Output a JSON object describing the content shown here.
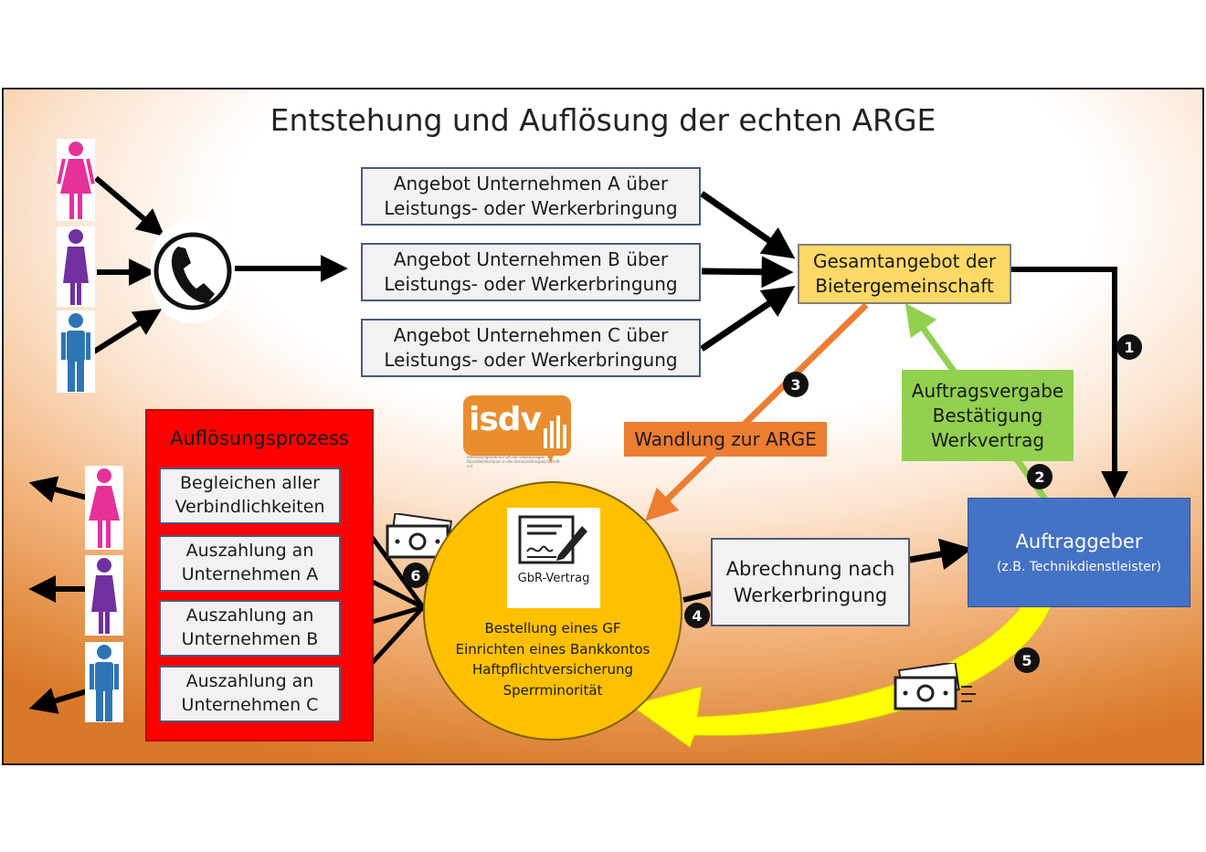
{
  "title": "Entstehung und Auflösung der echten ARGE",
  "offers": [
    {
      "line1": "Angebot Unternehmen A über",
      "line2": "Leistungs- oder Werkerbringung"
    },
    {
      "line1": "Angebot Unternehmen B über",
      "line2": "Leistungs- oder Werkerbringung"
    },
    {
      "line1": "Angebot Unternehmen C über",
      "line2": "Leistungs- oder Werkerbringung"
    }
  ],
  "gesamtangebot": {
    "line1": "Gesamtangebot der",
    "line2": "Bietergemeinschaft"
  },
  "auftragsvergabe": {
    "line1": "Auftragsvergabe",
    "line2": "Bestätigung",
    "line3": "Werkvertrag"
  },
  "wandlung": "Wandlung zur ARGE",
  "auftraggeber": {
    "title": "Auftraggeber",
    "subtitle": "(z.B. Technikdienstleister)"
  },
  "abrechnung": {
    "line1": "Abrechnung nach",
    "line2": "Werkerbringung"
  },
  "aufloesung": {
    "title": "Auflösungsprozess",
    "items": [
      {
        "line1": "Begleichen aller",
        "line2": "Verbindlichkeiten"
      },
      {
        "line1": "Auszahlung an",
        "line2": "Unternehmen A"
      },
      {
        "line1": "Auszahlung an",
        "line2": "Unternehmen B"
      },
      {
        "line1": "Auszahlung an",
        "line2": "Unternehmen C"
      }
    ]
  },
  "arge": {
    "contract_label": "GbR-Vertrag",
    "tasks": [
      "Bestellung eines GF",
      "Einrichten eines Bankkontos",
      "Haftpflichtversicherung",
      "Sperrminorität"
    ]
  },
  "logo": {
    "word": "isdv",
    "tagline": "Interessengemeinschaft der selbständigen Dienstleister/innen in der Veranstaltungswirtschaft e.V."
  },
  "step_numbers": [
    "1",
    "2",
    "3",
    "4",
    "5",
    "6"
  ],
  "colors": {
    "gesamt": "#ffd966",
    "green": "#92d050",
    "orange": "#ed7d31",
    "blue": "#4472c4",
    "red": "#ff0000",
    "arge": "#ffc000",
    "woman": "#e6319a",
    "person_b": "#7030a0",
    "man": "#2e75b6"
  },
  "icons": [
    "phone-icon",
    "woman-icon",
    "person-purple-icon",
    "man-icon",
    "money-icon",
    "contract-icon"
  ]
}
